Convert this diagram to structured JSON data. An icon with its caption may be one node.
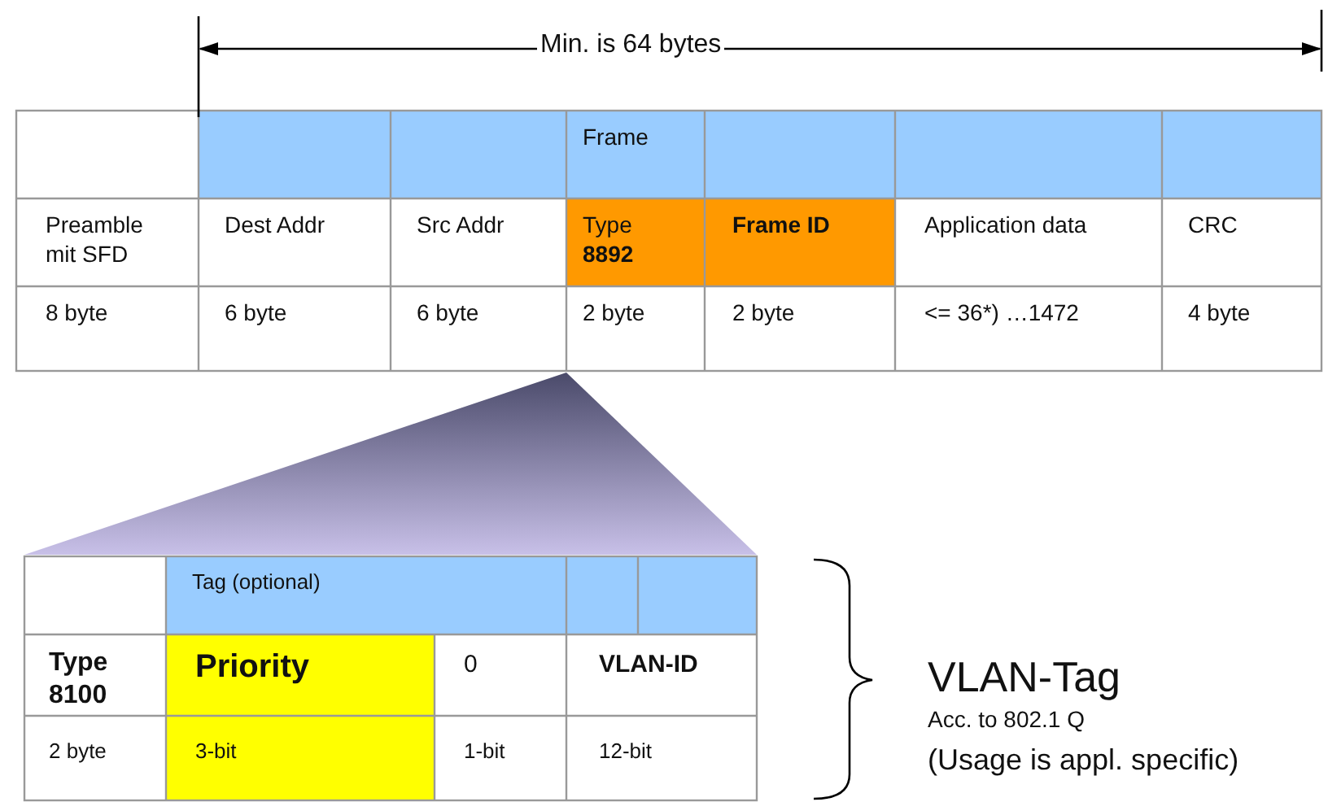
{
  "diagram": {
    "nodes": [
      {
        "text": [],
        "shape": "triangle"
      }
    ],
    "labels": [
      "Min. is 64 bytes",
      "Frame",
      "Preamble mit SFD",
      "Dest Addr",
      "Src Addr",
      "Type **8892**",
      "Frame ID",
      "Application data",
      "CRC",
      "8 byte",
      "6 byte",
      "6 byte",
      "2 byte",
      "2 byte",
      "<= 36*) …1472",
      "4 byte",
      "Tag (optional)",
      "Type 8100",
      "Priority",
      "0",
      "VLAN-ID",
      "2 byte",
      "3-bit",
      "1-bit",
      "12-bit",
      "VLAN-Tag",
      "Acc. to 802.1 Q",
      "(Usage is appl. specific)"
    ]
  }
}
